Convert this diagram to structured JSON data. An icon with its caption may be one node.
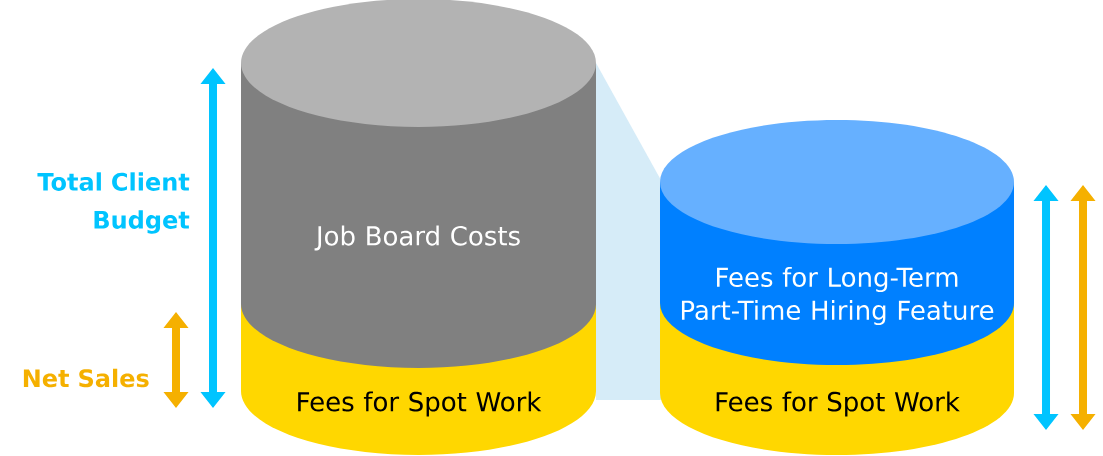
{
  "diagram": {
    "nodes": [
      {
        "text": [
          "Job Board Costs"
        ]
      },
      {
        "text": [
          "Fees for Spot Work"
        ]
      },
      {
        "text": [
          "Fees for Long-Term Part-Time Hiring Feature"
        ]
      },
      {
        "text": [
          "Fees for Spot Work"
        ]
      }
    ],
    "labels": [
      "Total Client Budget",
      "Net Sales"
    ]
  }
}
